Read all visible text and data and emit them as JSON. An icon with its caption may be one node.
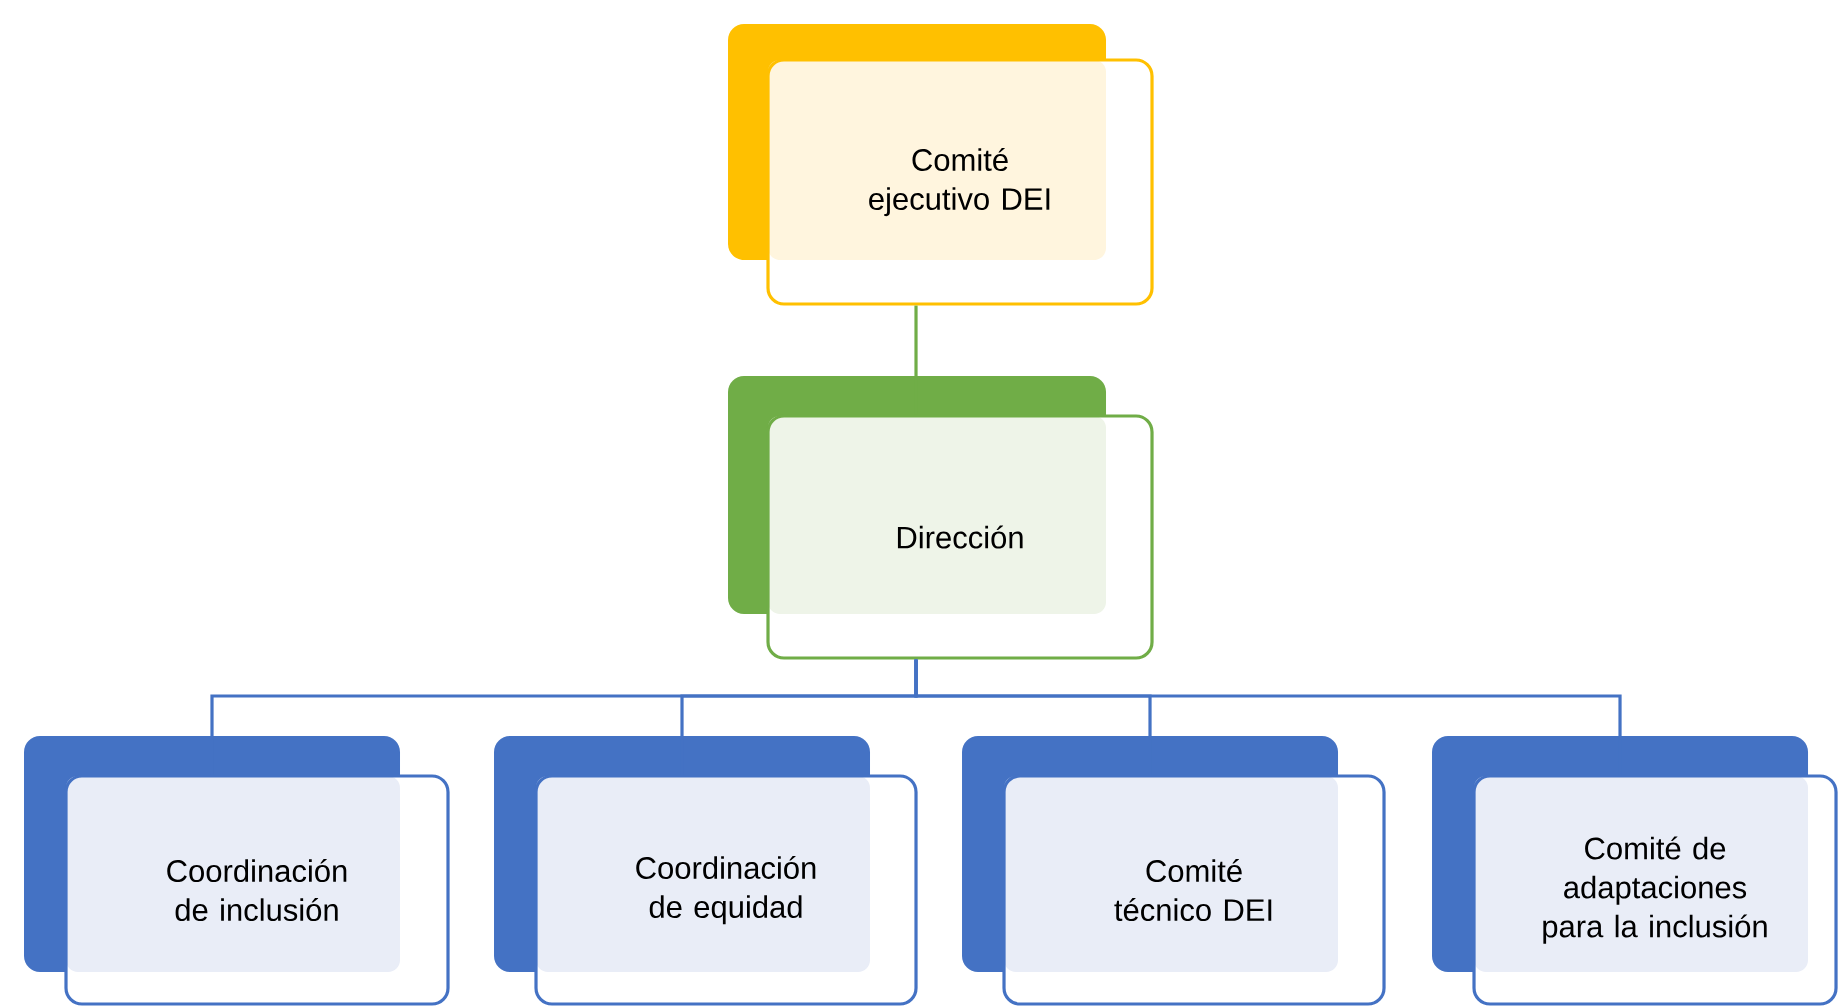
{
  "diagram": {
    "nodes": [
      {
        "text": [
          "Comité ejecutivo DEI"
        ]
      },
      {
        "text": [
          "Dirección"
        ]
      },
      {
        "text": [
          "Coordinación de inclusión"
        ]
      },
      {
        "text": [
          "Coordinación de equidad"
        ]
      },
      {
        "text": [
          "Comité técnico DEI"
        ]
      },
      {
        "text": [
          "Comité de adaptaciones para la inclusión"
        ]
      }
    ],
    "edges": [
      {
        "from": 0,
        "to": 1,
        "arrow": "none",
        "color": "#70ad47"
      },
      {
        "from": 1,
        "to": 2,
        "arrow": "none"
      },
      {
        "from": 1,
        "to": 3,
        "arrow": "none"
      },
      {
        "from": 1,
        "to": 4,
        "arrow": "none"
      },
      {
        "from": 1,
        "to": 5,
        "arrow": "none"
      }
    ]
  }
}
